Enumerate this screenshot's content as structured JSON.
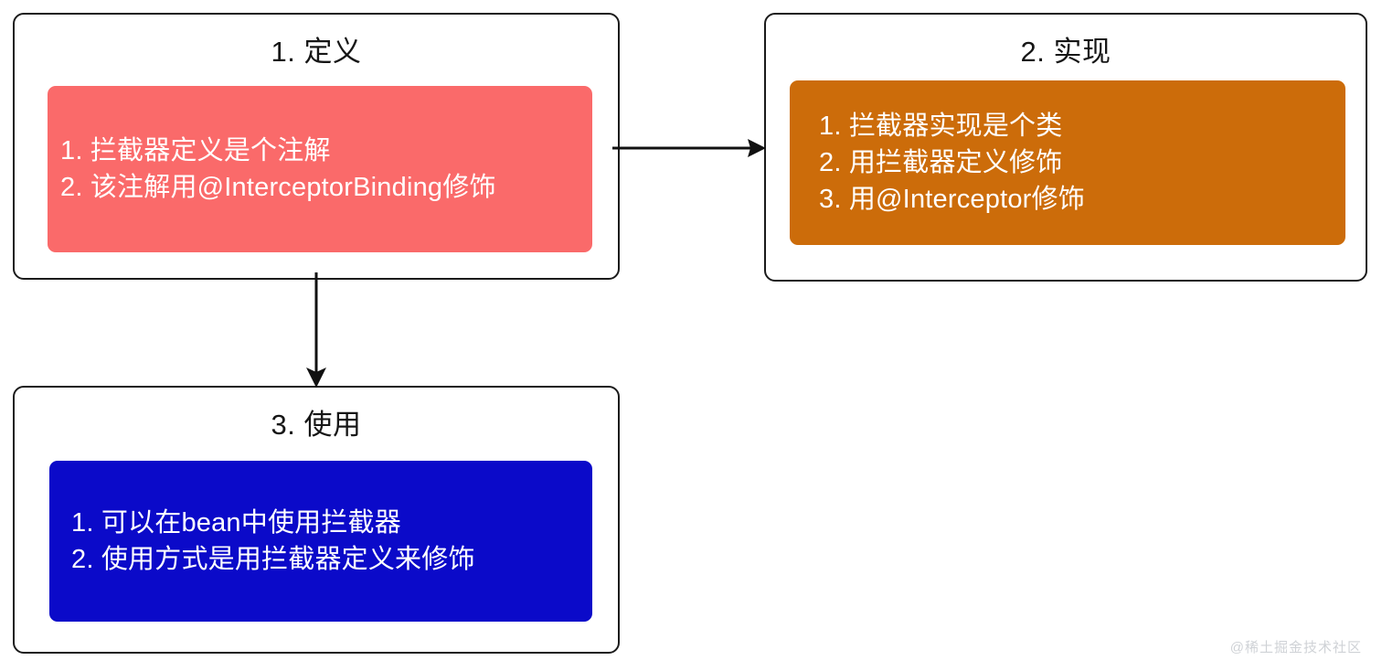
{
  "diagram": {
    "background_color": "#ffffff",
    "boxes": [
      {
        "id": "define",
        "title": "1. 定义",
        "panel_color": "#fa6a6a",
        "text_color": "#ffffff",
        "lines": [
          "1. 拦截器定义是个注解",
          "2. 该注解用@InterceptorBinding修饰"
        ]
      },
      {
        "id": "implementation",
        "title": "2. 实现",
        "panel_color": "#cc6c0a",
        "text_color": "#ffffff",
        "lines": [
          "1. 拦截器实现是个类",
          "2. 用拦截器定义修饰",
          "3. 用@Interceptor修饰"
        ]
      },
      {
        "id": "usage",
        "title": "3. 使用",
        "panel_color": "#0b0ac9",
        "text_color": "#ffffff",
        "lines": [
          "1. 可以在bean中使用拦截器",
          "2. 使用方式是用拦截器定义来修饰"
        ]
      }
    ],
    "connectors": [
      {
        "id": "define-to-implementation",
        "direction": "right",
        "color": "#111111"
      },
      {
        "id": "define-to-usage",
        "direction": "down",
        "color": "#111111"
      }
    ],
    "border_color": "#1b1b1b"
  },
  "watermark": {
    "text": "@稀土掘金技术社区",
    "color": "#cfd2d6"
  }
}
